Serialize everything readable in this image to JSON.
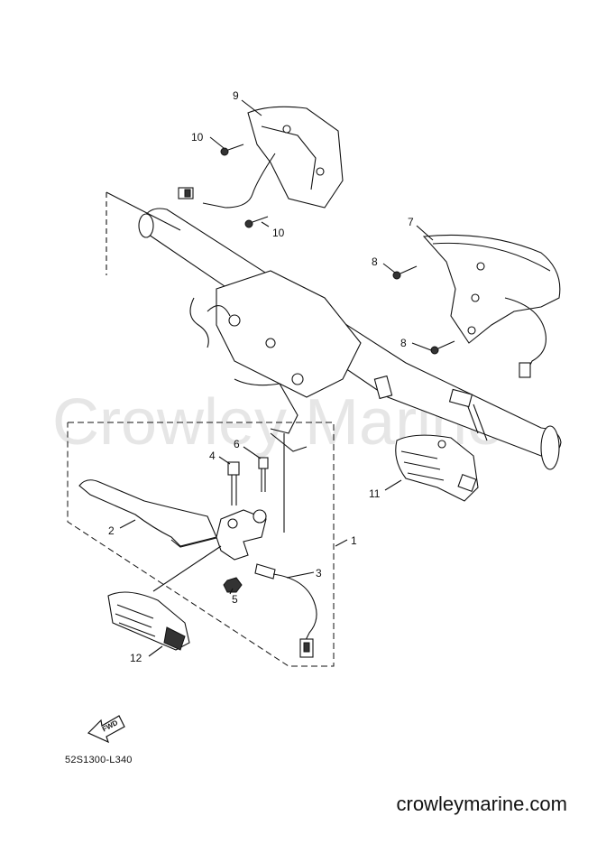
{
  "watermark": "Crowley Marine",
  "callouts": {
    "c1": "1",
    "c2": "2",
    "c3": "3",
    "c4": "4",
    "c5": "5",
    "c6": "6",
    "c7": "7",
    "c8a": "8",
    "c8b": "8",
    "c9": "9",
    "c10a": "10",
    "c10b": "10",
    "c11": "11",
    "c12": "12"
  },
  "fwd_label": "FWD",
  "diagram_code": "52S1300-L340",
  "site_url": "crowleymarine.com"
}
